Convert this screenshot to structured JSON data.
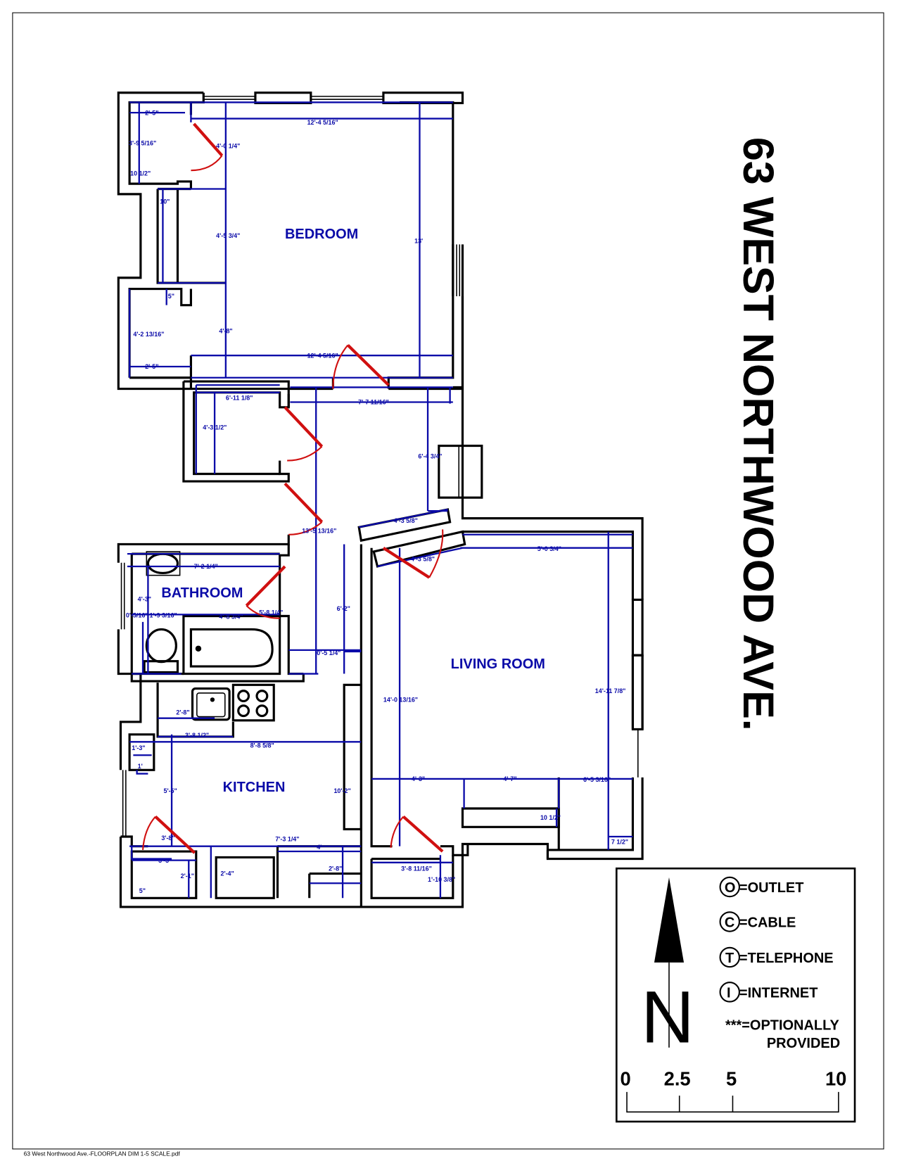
{
  "title": "63 WEST NORTHWOOD AVE.",
  "rooms": {
    "bedroom": "BEDROOM",
    "bathroom": "BATHROOM",
    "kitchen": "KITCHEN",
    "living_room": "LIVING ROOM"
  },
  "dimensions": [
    "2'-5\"",
    "3'-9 5/16\"",
    "10 1/2\"",
    "12'-4 5/16\"",
    "4'-0 1/4\"",
    "10\"",
    "4'-5 3/4\"",
    "13'",
    "5\"",
    "4'-2 13/16\"",
    "4'-8\"",
    "2'-5\"",
    "12'-4 5/16\"",
    "6'-11 1/8\"",
    "7'-7 11/16\"",
    "4'-3 1/2\"",
    "6'-4 3/4\"",
    "4'-3 5/8\"",
    "13'-5 13/16\"",
    "4'-3 5/8\"",
    "7'-2 1/4\"",
    "4'-3\"",
    "0'-5/16\"",
    "1'-9 3/16\"",
    "4'-8 3/4\"",
    "5'-8 1/4\"",
    "6'-2\"",
    "0'-5 1/4\"",
    "2'-8\"",
    "3'-8 1/2\"",
    "8'-8 5/8\"",
    "1'-3\"",
    "1'",
    "5'-5\"",
    "10'-2\"",
    "3'-8\"",
    "7'-3 1/4\"",
    "4'",
    "3'-3\"",
    "2'-1\"",
    "2'-4\"",
    "2'-8\"",
    "5\"",
    "5'-0 3/4\"",
    "14'-0 13/16\"",
    "14'-11 7/8\"",
    "4'-3\"",
    "4'-7\"",
    "6'-5 3/16\"",
    "10 1/2\"",
    "7 1/2\"",
    "3'-8 11/16\"",
    "1'-10 3/8\""
  ],
  "legend": {
    "items": [
      {
        "symbol": "O",
        "label": "=OUTLET"
      },
      {
        "symbol": "C",
        "label": "=CABLE"
      },
      {
        "symbol": "T",
        "label": "=TELEPHONE"
      },
      {
        "symbol": "I",
        "label": "=INTERNET"
      }
    ],
    "note_line1": "***=OPTIONALLY",
    "note_line2": "PROVIDED",
    "north_letter": "N",
    "north_icon": "north-arrow-icon",
    "scale_ticks": [
      "0",
      "2.5",
      "5",
      "10"
    ]
  },
  "footer": "63 West Northwood Ave.-FLOORPLAN DIM 1-5 SCALE.pdf",
  "colors": {
    "walls": "#000000",
    "dimensions": "#0a0aa8",
    "doors": "#d01010"
  }
}
